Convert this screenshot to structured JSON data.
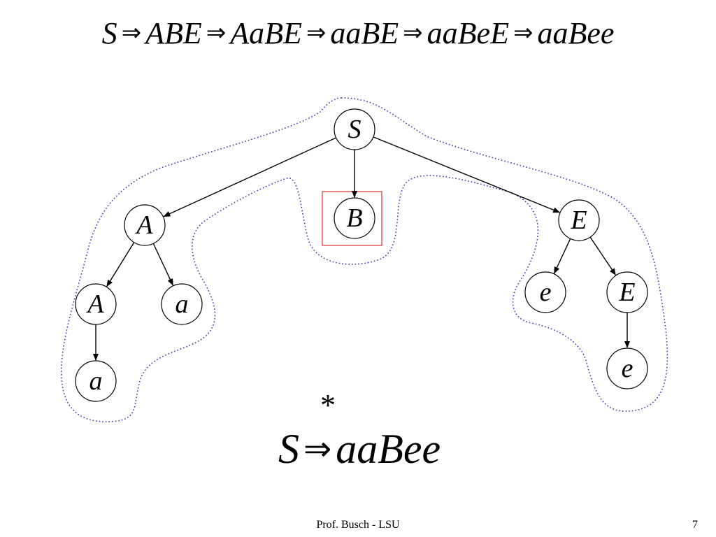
{
  "derivation": {
    "steps": [
      "S",
      "ABE",
      "AaBE",
      "aaBE",
      "aaBeE",
      "aaBee"
    ],
    "arrow": "⇒"
  },
  "tree": {
    "nodes": [
      {
        "id": "S",
        "label": "S"
      },
      {
        "id": "A1",
        "label": "A"
      },
      {
        "id": "B",
        "label": "B"
      },
      {
        "id": "E1",
        "label": "E"
      },
      {
        "id": "A2",
        "label": "A"
      },
      {
        "id": "a1",
        "label": "a"
      },
      {
        "id": "a2",
        "label": "a"
      },
      {
        "id": "e1",
        "label": "e"
      },
      {
        "id": "E2",
        "label": "E"
      },
      {
        "id": "e2",
        "label": "e"
      }
    ],
    "edges": [
      [
        "S",
        "A1"
      ],
      [
        "S",
        "B"
      ],
      [
        "S",
        "E1"
      ],
      [
        "A1",
        "A2"
      ],
      [
        "A1",
        "a1"
      ],
      [
        "A2",
        "a2"
      ],
      [
        "E1",
        "e1"
      ],
      [
        "E1",
        "E2"
      ],
      [
        "E2",
        "e2"
      ]
    ],
    "highlighted_node": "B",
    "highlight_color": "#e03030",
    "outline_color": "#3a3aa8"
  },
  "summary": {
    "star": "*",
    "lhs": "S",
    "arrow": "⇒",
    "rhs": "aaBee"
  },
  "footer": {
    "author": "Prof. Busch - LSU",
    "page": "7"
  }
}
